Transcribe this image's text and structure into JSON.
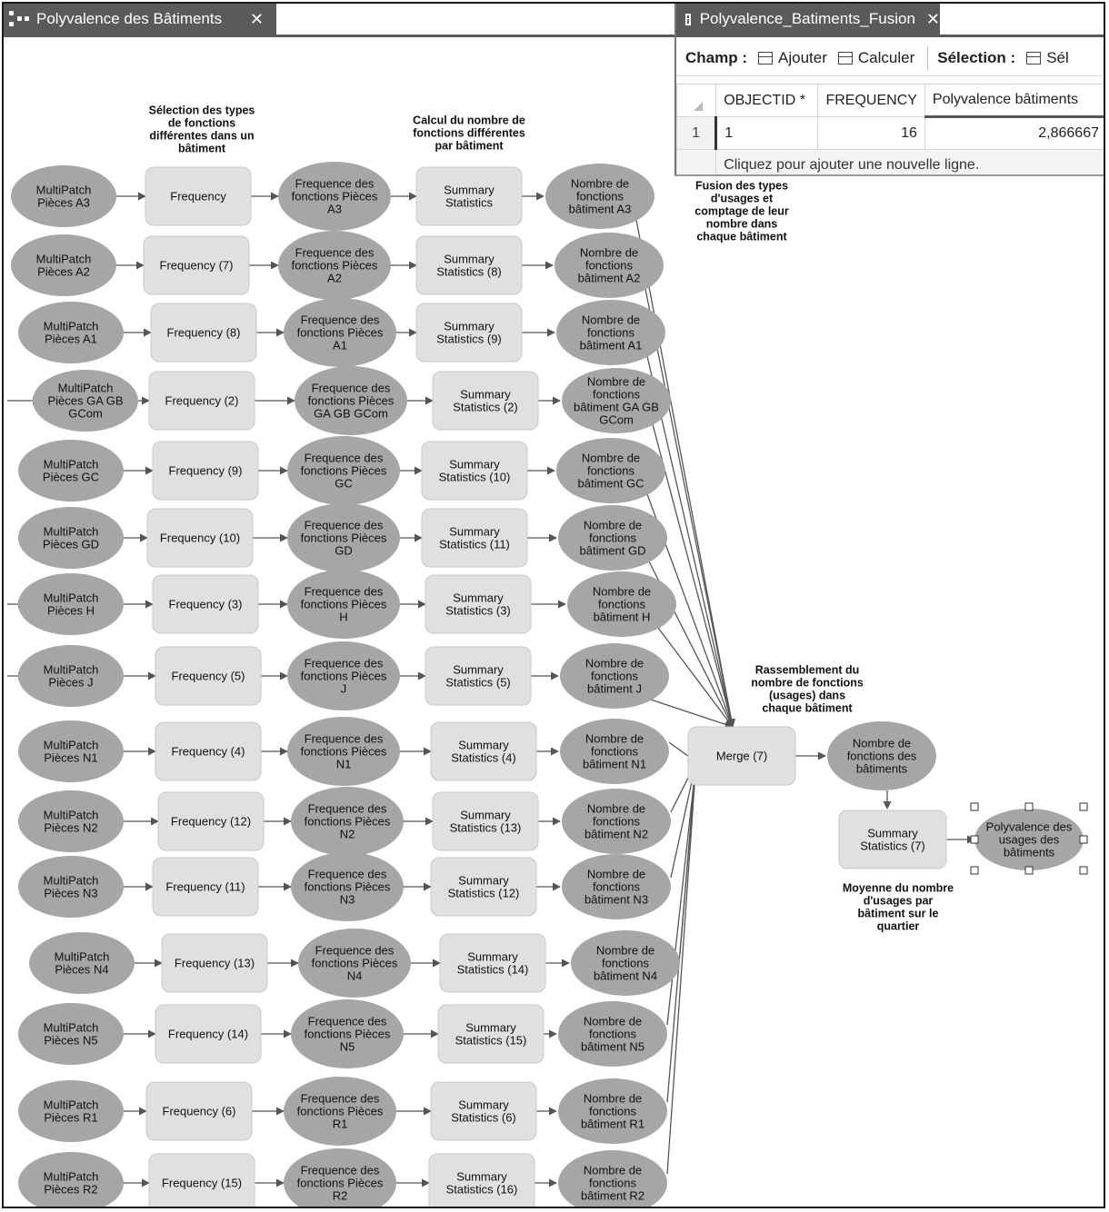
{
  "model_tab": {
    "title": "Polyvalence des Bâtiments",
    "close": "✕"
  },
  "table_tab": {
    "title": "Polyvalence_Batiments_Fusion",
    "close": "✕"
  },
  "toolbar": {
    "champ_label": "Champ :",
    "add_label": "Ajouter",
    "calc_label": "Calculer",
    "selection_label": "Sélection :",
    "select_label": "Sél"
  },
  "table": {
    "columns": [
      "OBJECTID *",
      "FREQUENCY",
      "Polyvalence bâtiments"
    ],
    "rows": [
      {
        "num": "1",
        "objectid": "1",
        "frequency": "16",
        "polyvalence": "2,866667"
      }
    ],
    "add_row_text": "Cliquez pour ajouter une nouvelle ligne."
  },
  "notes": {
    "selection": [
      "Sélection des types",
      "de fonctions",
      "différentes dans un",
      "bâtiment"
    ],
    "calcul": [
      "Calcul du nombre de",
      "fonctions différentes",
      "par bâtiment"
    ],
    "fusion": [
      "Fusion des types",
      "d'usages et",
      "comptage de leur",
      "nombre dans",
      "chaque bâtiment"
    ],
    "rassemblement": [
      "Rassemblement du",
      "nombre de fonctions",
      "(usages) dans",
      "chaque bâtiment"
    ],
    "moyenne": [
      "Moyenne du nombre",
      "d'usages par",
      "bâtiment sur le",
      "quartier"
    ]
  },
  "rows": [
    {
      "input": [
        "MultiPatch",
        "Pièces A3"
      ],
      "freq": [
        "Frequency"
      ],
      "freqout": [
        "Frequence des",
        "fonctions Pièces",
        "A3"
      ],
      "sum": [
        "Summary",
        "Statistics"
      ],
      "nb": [
        "Nombre de",
        "fonctions",
        "bâtiment A3"
      ]
    },
    {
      "input": [
        "MultiPatch",
        "Pièces A2"
      ],
      "freq": [
        "Frequency (7)"
      ],
      "freqout": [
        "Frequence des",
        "fonctions Pièces",
        "A2"
      ],
      "sum": [
        "Summary",
        "Statistics (8)"
      ],
      "nb": [
        "Nombre de",
        "fonctions",
        "bâtiment A2"
      ]
    },
    {
      "input": [
        "MultiPatch",
        "Pièces A1"
      ],
      "freq": [
        "Frequency (8)"
      ],
      "freqout": [
        "Frequence des",
        "fonctions Pièces",
        "A1"
      ],
      "sum": [
        "Summary",
        "Statistics (9)"
      ],
      "nb": [
        "Nombre de",
        "fonctions",
        "bâtiment A1"
      ]
    },
    {
      "input": [
        "MultiPatch",
        "Pièces GA GB",
        "GCom"
      ],
      "freq": [
        "Frequency (2)"
      ],
      "freqout": [
        "Frequence des",
        "fonctions Pièces",
        "GA GB GCom"
      ],
      "sum": [
        "Summary",
        "Statistics (2)"
      ],
      "nb": [
        "Nombre de",
        "fonctions",
        "bâtiment GA GB",
        "GCom"
      ]
    },
    {
      "input": [
        "MultiPatch",
        "Pièces GC"
      ],
      "freq": [
        "Frequency (9)"
      ],
      "freqout": [
        "Frequence des",
        "fonctions Pièces",
        "GC"
      ],
      "sum": [
        "Summary",
        "Statistics (10)"
      ],
      "nb": [
        "Nombre de",
        "fonctions",
        "bâtiment GC"
      ]
    },
    {
      "input": [
        "MultiPatch",
        "Pièces GD"
      ],
      "freq": [
        "Frequency (10)"
      ],
      "freqout": [
        "Frequence des",
        "fonctions Pièces",
        "GD"
      ],
      "sum": [
        "Summary",
        "Statistics (11)"
      ],
      "nb": [
        "Nombre de",
        "fonctions",
        "bâtiment GD"
      ]
    },
    {
      "input": [
        "MultiPatch",
        "Pièces H"
      ],
      "freq": [
        "Frequency (3)"
      ],
      "freqout": [
        "Frequence des",
        "fonctions Pièces",
        "H"
      ],
      "sum": [
        "Summary",
        "Statistics (3)"
      ],
      "nb": [
        "Nombre de",
        "fonctions",
        "bâtiment H"
      ]
    },
    {
      "input": [
        "MultiPatch",
        "Pièces J"
      ],
      "freq": [
        "Frequency (5)"
      ],
      "freqout": [
        "Frequence des",
        "fonctions Pièces",
        "J"
      ],
      "sum": [
        "Summary",
        "Statistics (5)"
      ],
      "nb": [
        "Nombre de",
        "fonctions",
        "bâtiment J"
      ]
    },
    {
      "input": [
        "MultiPatch",
        "Pièces N1"
      ],
      "freq": [
        "Frequency (4)"
      ],
      "freqout": [
        "Frequence des",
        "fonctions Pièces",
        "N1"
      ],
      "sum": [
        "Summary",
        "Statistics (4)"
      ],
      "nb": [
        "Nombre de",
        "fonctions",
        "bâtiment N1"
      ]
    },
    {
      "input": [
        "MultiPatch",
        "Pièces N2"
      ],
      "freq": [
        "Frequency (12)"
      ],
      "freqout": [
        "Frequence des",
        "fonctions Pièces",
        "N2"
      ],
      "sum": [
        "Summary",
        "Statistics (13)"
      ],
      "nb": [
        "Nombre de",
        "fonctions",
        "bâtiment N2"
      ]
    },
    {
      "input": [
        "MultiPatch",
        "Pièces N3"
      ],
      "freq": [
        "Frequency (11)"
      ],
      "freqout": [
        "Frequence des",
        "fonctions Pièces",
        "N3"
      ],
      "sum": [
        "Summary",
        "Statistics (12)"
      ],
      "nb": [
        "Nombre de",
        "fonctions",
        "bâtiment N3"
      ]
    },
    {
      "input": [
        "MultiPatch",
        "Pièces N4"
      ],
      "freq": [
        "Frequency (13)"
      ],
      "freqout": [
        "Frequence des",
        "fonctions Pièces",
        "N4"
      ],
      "sum": [
        "Summary",
        "Statistics (14)"
      ],
      "nb": [
        "Nombre de",
        "fonctions",
        "bâtiment N4"
      ]
    },
    {
      "input": [
        "MultiPatch",
        "Pièces N5"
      ],
      "freq": [
        "Frequency (14)"
      ],
      "freqout": [
        "Frequence des",
        "fonctions Pièces",
        "N5"
      ],
      "sum": [
        "Summary",
        "Statistics (15)"
      ],
      "nb": [
        "Nombre de",
        "fonctions",
        "bâtiment N5"
      ]
    },
    {
      "input": [
        "MultiPatch",
        "Pièces R1"
      ],
      "freq": [
        "Frequency (6)"
      ],
      "freqout": [
        "Frequence des",
        "fonctions Pièces",
        "R1"
      ],
      "sum": [
        "Summary",
        "Statistics (6)"
      ],
      "nb": [
        "Nombre de",
        "fonctions",
        "bâtiment R1"
      ]
    },
    {
      "input": [
        "MultiPatch",
        "Pièces R2"
      ],
      "freq": [
        "Frequency (15)"
      ],
      "freqout": [
        "Frequence des",
        "fonctions Pièces",
        "R2"
      ],
      "sum": [
        "Summary",
        "Statistics (16)"
      ],
      "nb": [
        "Nombre de",
        "fonctions",
        "bâtiment R2"
      ]
    }
  ],
  "merge": {
    "label": [
      "Merge (7)"
    ]
  },
  "merge_out": {
    "label": [
      "Nombre de",
      "fonctions des",
      "bâtiments"
    ]
  },
  "summary7": {
    "label": [
      "Summary",
      "Statistics (7)"
    ]
  },
  "final": {
    "label": [
      "Polyvalence des",
      "usages des",
      "bâtiments"
    ]
  }
}
